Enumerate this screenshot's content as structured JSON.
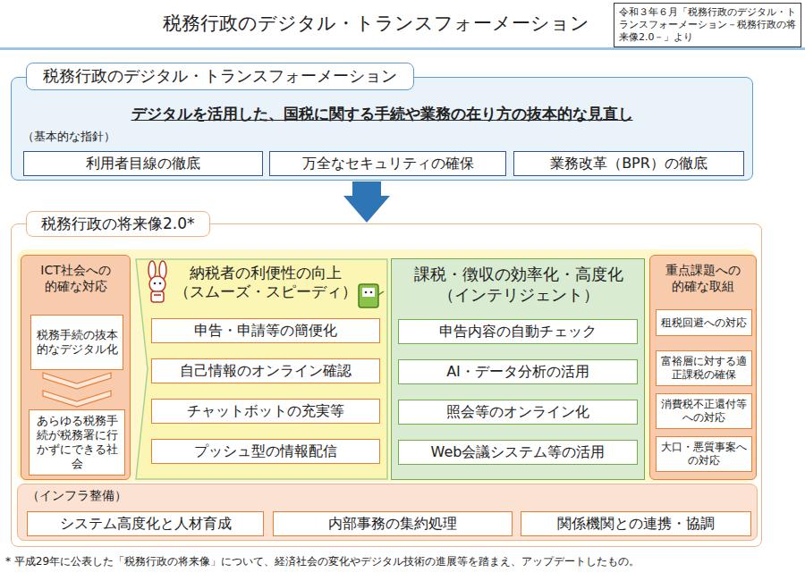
{
  "diagram": {
    "title": "税務行政のデジタル・トランスフォーメーション",
    "caption": "* 平成29年に公表した「税務行政の将来像」について、経済社会の変化やデジタル技術の進展等を踏まえ、アップデートしたもの。",
    "nodes": [
      {
        "text": [
          "令和３年６月「税務行政のデジタル・トランスフォーメーション－税務行政の将来像2.0－」より"
        ]
      },
      {
        "text": [
          "税務行政のデジタル・トランスフォーメーション",
          "デジタルを活用した、国税に関する手続や業務の在り方の抜本的な見直し",
          "（基本的な指針）"
        ]
      },
      {
        "text": [
          "利用者目線の徹底"
        ],
        "in": 1
      },
      {
        "text": [
          "万全なセキュリティの確保"
        ],
        "in": 1
      },
      {
        "text": [
          "業務改革（BPR）の徹底"
        ],
        "in": 1
      },
      {
        "text": [
          "税務行政の将来像2.0*"
        ]
      },
      {
        "text": [
          "ICT社会への的確な対応"
        ],
        "in": 5
      },
      {
        "text": [
          "税務手続の抜本的なデジタル化"
        ],
        "in": 6
      },
      {
        "text": [
          "あらゆる税務手続が税務署に行かずにできる社会"
        ],
        "in": 6
      },
      {
        "text": [
          "納税者の利便性の向上 （スムーズ・スピーディ）"
        ],
        "in": 5
      },
      {
        "text": [
          "申告・申請等の簡便化"
        ],
        "in": 9
      },
      {
        "text": [
          "自己情報のオンライン確認"
        ],
        "in": 9
      },
      {
        "text": [
          "チャットボットの充実等"
        ],
        "in": 9
      },
      {
        "text": [
          "プッシュ型の情報配信"
        ],
        "in": 9
      },
      {
        "text": [
          "課税・徴収の効率化・高度化 （インテリジェント）"
        ],
        "in": 5
      },
      {
        "text": [
          "申告内容の自動チェック"
        ],
        "in": 14
      },
      {
        "text": [
          "AI・データ分析の活用"
        ],
        "in": 14
      },
      {
        "text": [
          "照会等のオンライン化"
        ],
        "in": 14
      },
      {
        "text": [
          "Web会議システム等の活用"
        ],
        "in": 14
      },
      {
        "text": [
          "重点課題への的確な取組"
        ],
        "in": 5
      },
      {
        "text": [
          "租税回避への対応"
        ],
        "in": 19
      },
      {
        "text": [
          "富裕層に対する適正課税の確保"
        ],
        "in": 19
      },
      {
        "text": [
          "消費税不正還付等への対応"
        ],
        "in": 19
      },
      {
        "text": [
          "大口・悪質事案への対応"
        ],
        "in": 19
      },
      {
        "text": [
          "（インフラ整備）"
        ],
        "in": 5
      },
      {
        "text": [
          "システム高度化と人材育成"
        ],
        "in": 24
      },
      {
        "text": [
          "内部事務の集約処理"
        ],
        "in": 24
      },
      {
        "text": [
          "関係機関との連携・協調"
        ],
        "in": 24
      }
    ],
    "edges": [
      {
        "from": 1,
        "to": 5,
        "arrow": "to"
      },
      {
        "from": 7,
        "to": 8,
        "arrow": "to"
      }
    ]
  }
}
